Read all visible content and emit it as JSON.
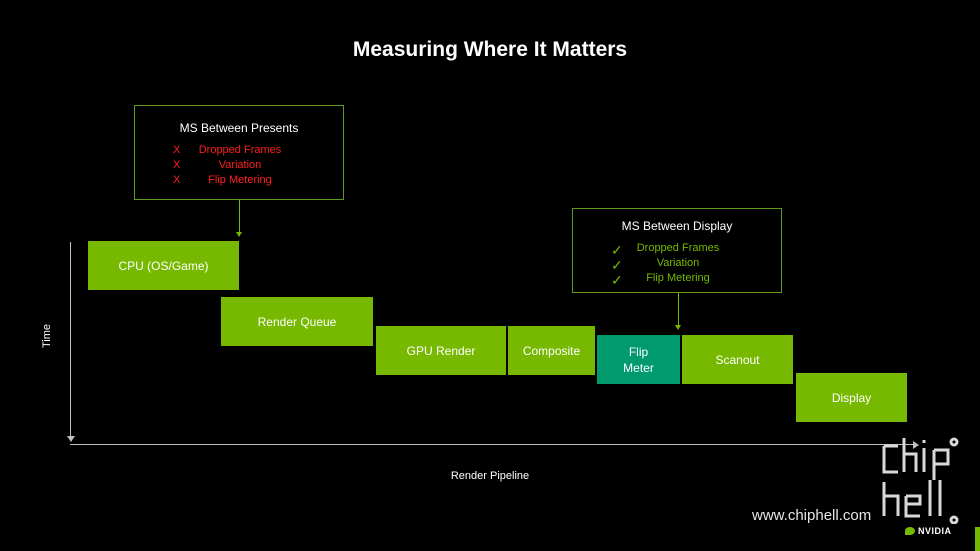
{
  "title": "Measuring Where It Matters",
  "callouts": {
    "presents": {
      "title": "MS Between Presents",
      "mark": "X",
      "items": [
        "Dropped Frames",
        "Variation",
        "Flip Metering"
      ],
      "color": "#ff1f1f"
    },
    "display": {
      "title": "MS Between Display",
      "mark": "✓",
      "items": [
        "Dropped Frames",
        "Variation",
        "Flip Metering"
      ],
      "color": "#76b900"
    }
  },
  "stages": [
    "CPU (OS/Game)",
    "Render Queue",
    "GPU Render",
    "Composite",
    "Flip\nMeter",
    "Scanout",
    "Display"
  ],
  "axes": {
    "y_label": "Time",
    "x_label": "Render Pipeline"
  },
  "watermark": "www.chiphell.com",
  "brand": "NVIDIA",
  "colors": {
    "stage": "#76b900",
    "highlight_stage": "#009a6e",
    "background": "#000000"
  }
}
